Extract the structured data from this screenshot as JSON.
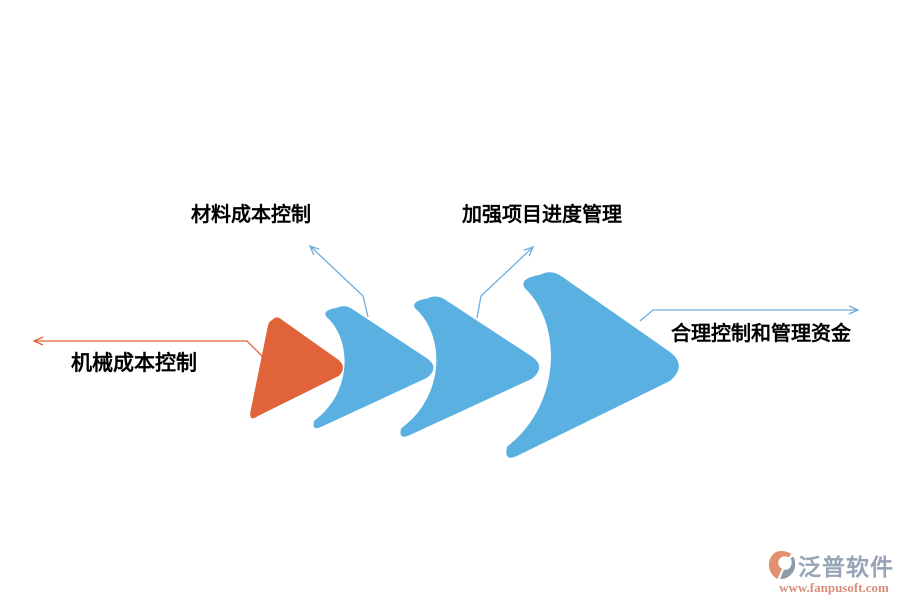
{
  "diagram": {
    "type": "chevron-flow",
    "description_labels": {
      "material_cost": "材料成本控制",
      "progress_mgmt": "加强项目进度管理",
      "machine_cost": "机械成本控制",
      "funds_mgmt": "合理控制和管理资金"
    }
  },
  "colors": {
    "orange": "#E0633A",
    "blue": "#5BB0E2",
    "leader_orange": "#E0633A",
    "leader_blue": "#6FAEDC",
    "label_text": "#000000",
    "watermark_brand": "#97A4B8",
    "watermark_url": "#D98C79"
  },
  "watermark": {
    "brand": "泛普软件",
    "url": "www.fanpusoft.com"
  }
}
